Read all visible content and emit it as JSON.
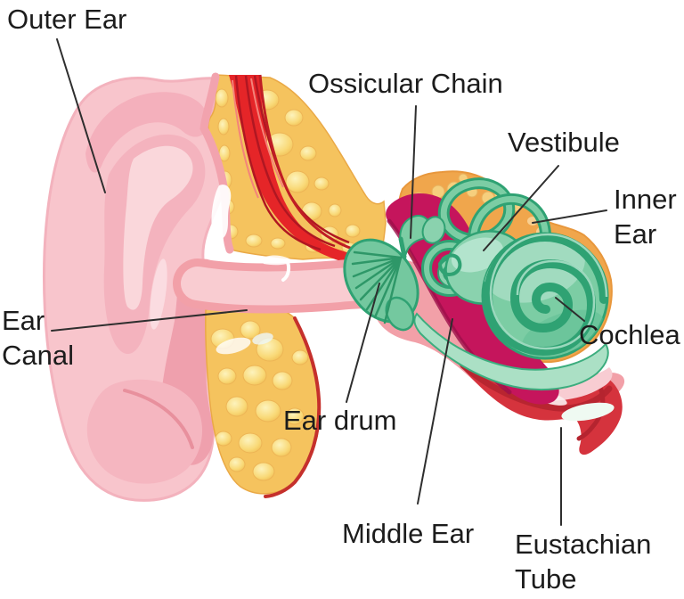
{
  "labels": {
    "outer_ear": "Outer Ear",
    "ossicular_chain": "Ossicular Chain",
    "vestibule": "Vestibule",
    "inner_ear": "Inner Ear",
    "cochlea": "Cochlea",
    "ear_canal": "Ear Canal",
    "ear_drum": "Ear drum",
    "middle_ear": "Middle Ear",
    "eustachian_tube": "Eustachian Tube"
  },
  "colors": {
    "background": "#ffffff",
    "label_text": "#1c1c1c",
    "leader_line": "#2e2e2e",
    "skin_light": "#f8c5cc",
    "skin_mid": "#f4b0bc",
    "skin_dark": "#efa0ad",
    "canal_wall": "#f2a0a8",
    "canal_inner": "#f9ccd1",
    "bone_base": "#f5c35e",
    "bone_bubble": "#fadf87",
    "bone_orange": "#f0a64c",
    "muscle_red": "#e52528",
    "middle_ear": "#c5155c",
    "eustachian_red": "#d5333d",
    "inner_green": "#7ccda4",
    "green_dark": "#2fa273",
    "green_light": "#b7e6d0"
  }
}
